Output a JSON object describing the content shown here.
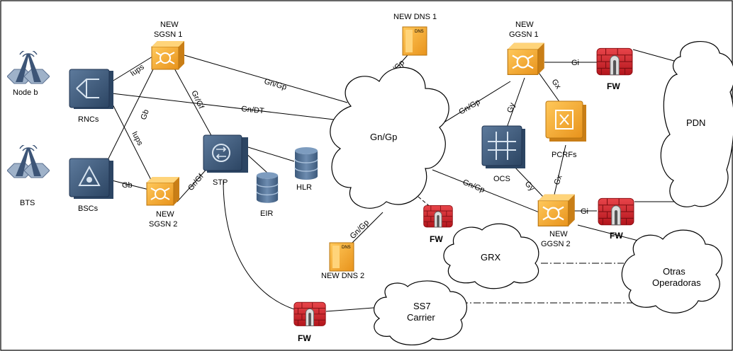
{
  "nodes": {
    "node_b": "Node b",
    "bts": "BTS",
    "rncs": "RNCs",
    "bscs": "BSCs",
    "sgsn1": [
      "NEW",
      "SGSN 1"
    ],
    "sgsn2": [
      "NEW",
      "SGSN 2"
    ],
    "stp": "STP",
    "eir": "EIR",
    "hlr": "HLR",
    "dns1": "NEW DNS 1",
    "dns2": "NEW DNS 2",
    "ggsn1": [
      "NEW",
      "GGSN 1"
    ],
    "ggsn2": [
      "NEW",
      "GGSN 2"
    ],
    "ocs": "OCS",
    "pcrfs": "PCRFs",
    "fw": "FW"
  },
  "clouds": {
    "gn_gp": "Gn/Gp",
    "pdn": "PDN",
    "grx": "GRX",
    "ss7": [
      "SS7",
      "Carrier"
    ],
    "otras": [
      "Otras",
      "Operadoras"
    ]
  },
  "interfaces": {
    "iups": "Iups",
    "gb": "Gb",
    "gr_gf": "Gr/Gf",
    "gn_gp": "Gn/Gp",
    "gn_dt": "Gn/DT",
    "gi": "Gi",
    "gx": "Gx",
    "gy": "Gy"
  },
  "badges": {
    "dns": "DNS"
  },
  "colors": {
    "router_orange": "#f3a72f",
    "rnc_blue": "#3c5878",
    "firewall_red": "#d2232a",
    "db_blue": "#4a6a8f",
    "line": "#000000"
  }
}
